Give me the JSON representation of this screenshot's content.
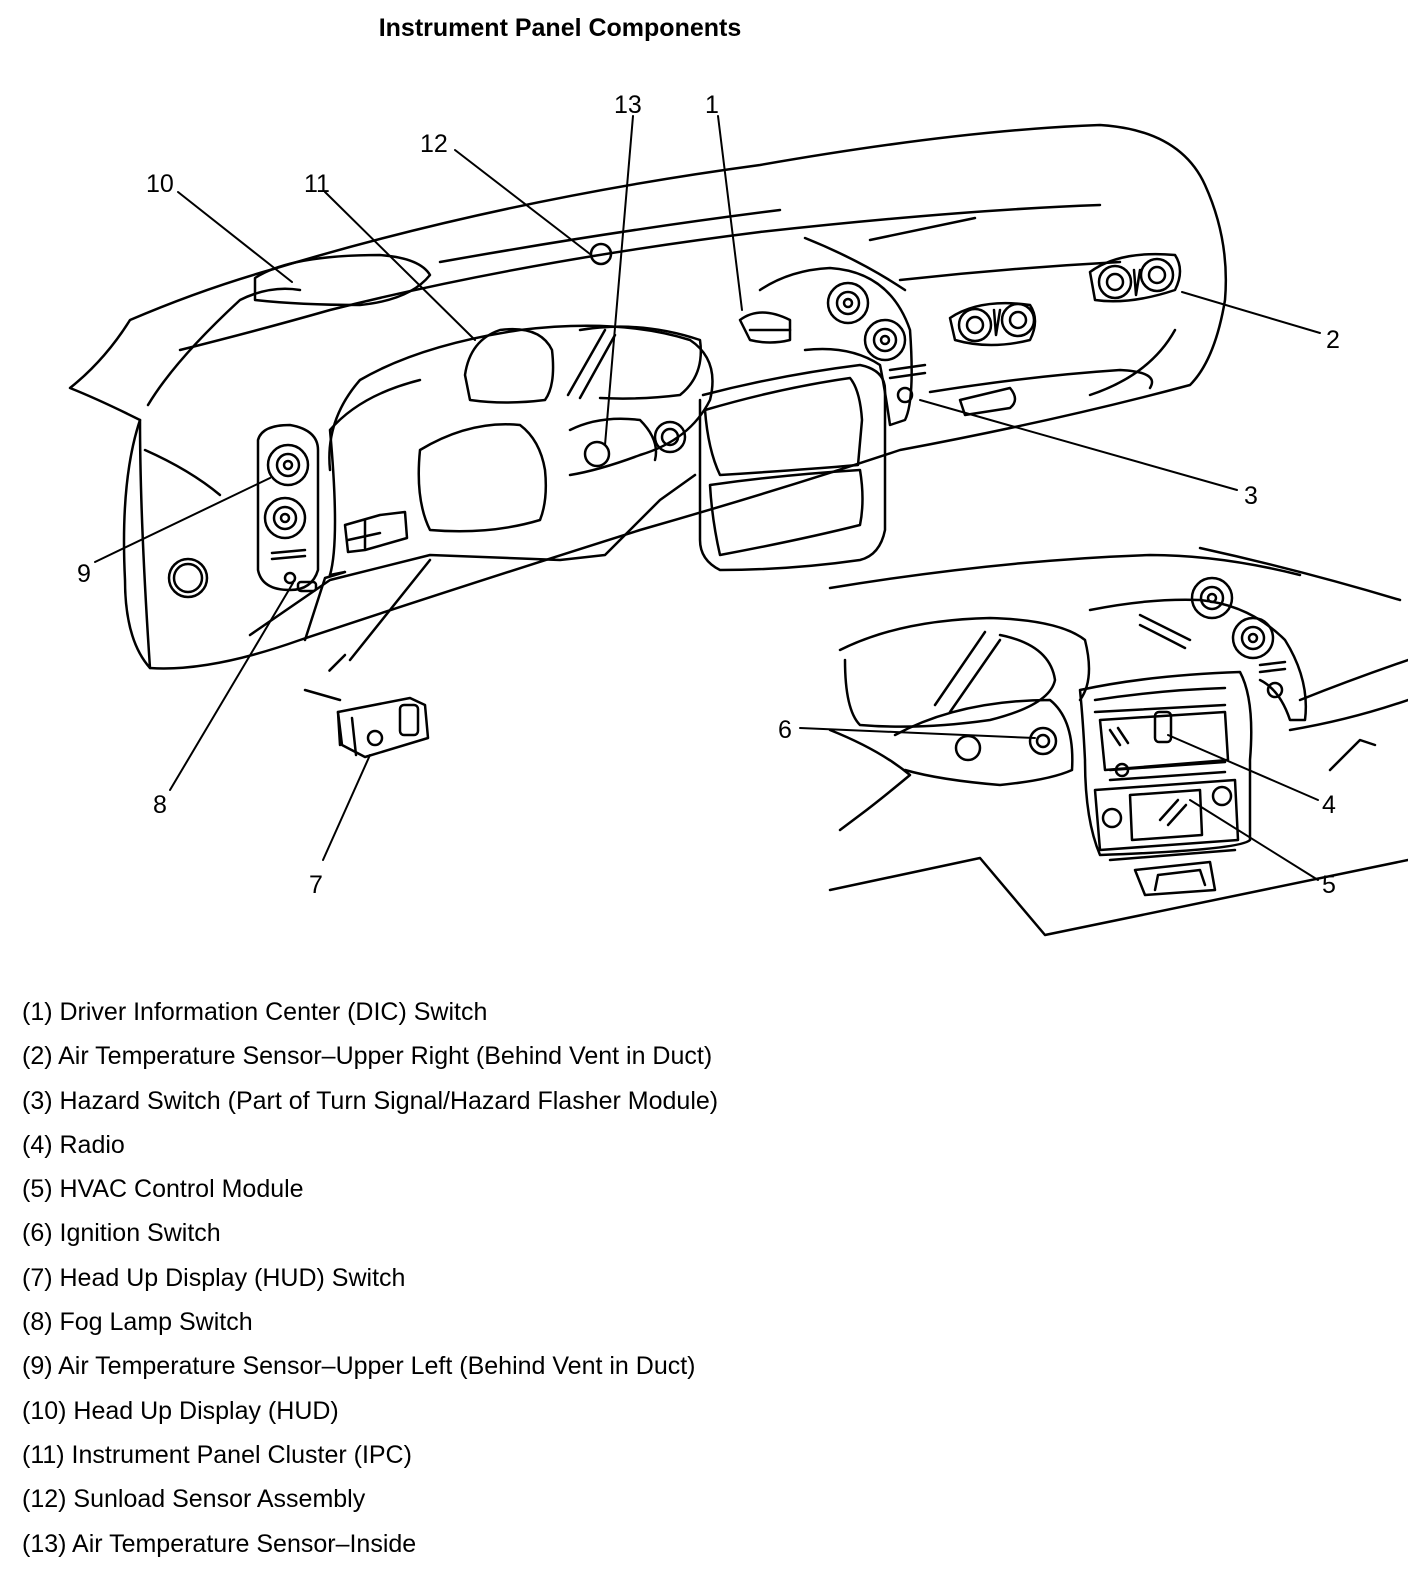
{
  "title": "Instrument Panel Components",
  "callouts": {
    "c1": "1",
    "c2": "2",
    "c3": "3",
    "c4": "4",
    "c5": "5",
    "c6": "6",
    "c7": "7",
    "c8": "8",
    "c9": "9",
    "c10": "10",
    "c11": "11",
    "c12": "12",
    "c13": "13"
  },
  "legend": [
    "(1) Driver Information Center (DIC) Switch",
    "(2) Air Temperature Sensor–Upper Right (Behind Vent in Duct)",
    "(3) Hazard Switch (Part of Turn Signal/Hazard Flasher Module)",
    "(4) Radio",
    "(5) HVAC Control Module",
    "(6) Ignition Switch",
    "(7) Head Up Display (HUD) Switch",
    "(8) Fog Lamp Switch",
    "(9) Air Temperature Sensor–Upper Left (Behind Vent in Duct)",
    "(10) Head Up Display (HUD)",
    "(11) Instrument Panel Cluster (IPC)",
    "(12) Sunload Sensor Assembly",
    "(13) Air Temperature Sensor–Inside"
  ]
}
